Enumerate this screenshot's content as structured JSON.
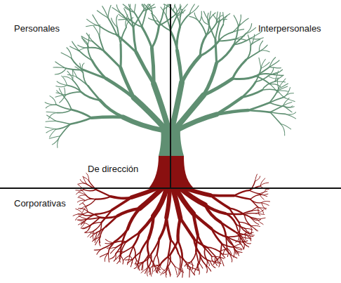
{
  "diagram": {
    "labels": [
      "Personales",
      "Interpersonales",
      "De dirección",
      "Corporativas"
    ]
  }
}
